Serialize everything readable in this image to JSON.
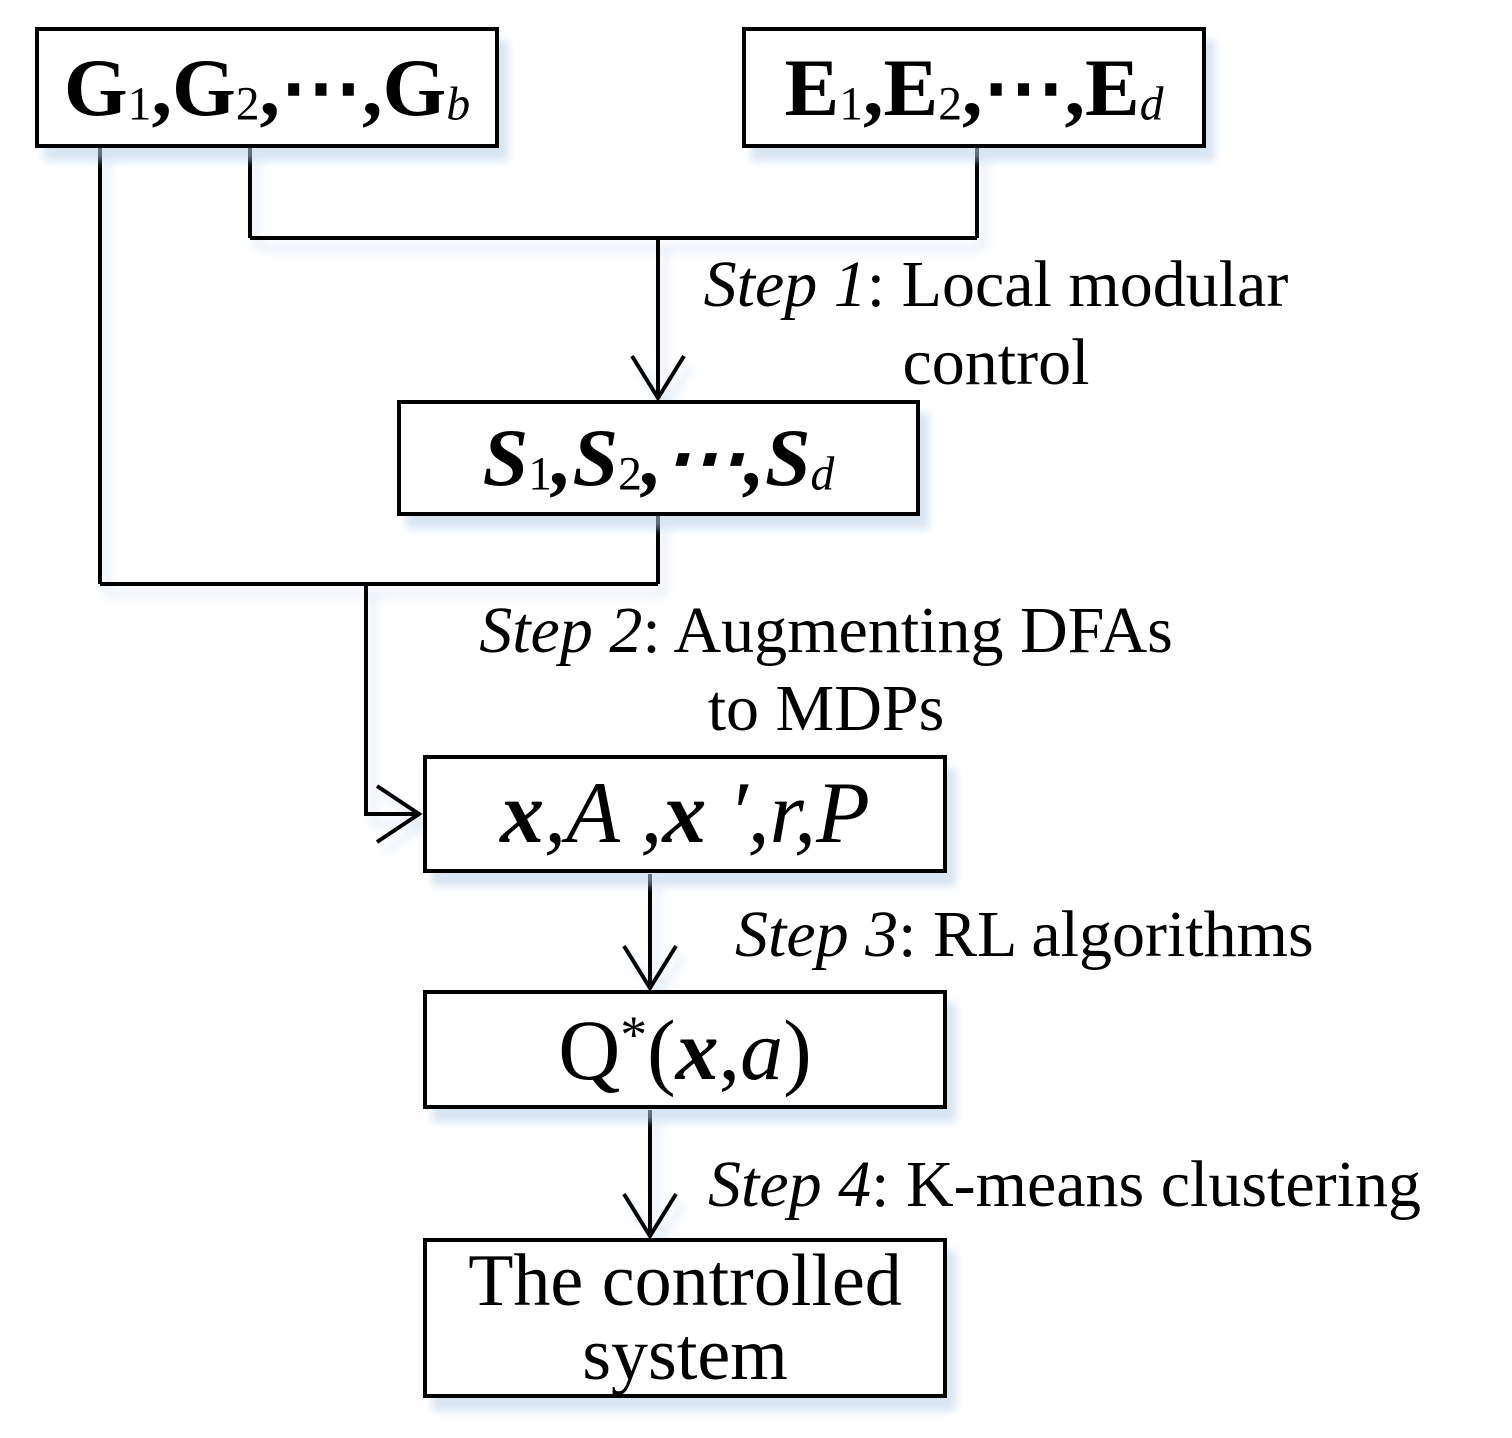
{
  "colors": {
    "line": "#000000",
    "shadow_rgba": "rgba(183,207,235,0.55)",
    "background": "#ffffff"
  },
  "boxes": {
    "g": {
      "meaning": "plant-automata-box",
      "segments": [
        {
          "t": "G",
          "s": "b"
        },
        {
          "t": "1",
          "s": "sub"
        },
        {
          "t": ",",
          "s": "b"
        },
        {
          "t": "G",
          "s": "b"
        },
        {
          "t": "2",
          "s": "sub"
        },
        {
          "t": ",⋯,",
          "s": "b"
        },
        {
          "t": "G",
          "s": "b"
        },
        {
          "t": "b",
          "s": "subit"
        }
      ]
    },
    "e": {
      "meaning": "specification-automata-box",
      "segments": [
        {
          "t": "E",
          "s": "b"
        },
        {
          "t": "1",
          "s": "sub"
        },
        {
          "t": ",",
          "s": "b"
        },
        {
          "t": "E",
          "s": "b"
        },
        {
          "t": "2",
          "s": "sub"
        },
        {
          "t": ",⋯,",
          "s": "b"
        },
        {
          "t": "E",
          "s": "b"
        },
        {
          "t": "d",
          "s": "subit"
        }
      ]
    },
    "s": {
      "meaning": "supervisors-box",
      "segments": [
        {
          "t": "S",
          "s": "bi"
        },
        {
          "t": "1",
          "s": "sub"
        },
        {
          "t": ",",
          "s": "bi"
        },
        {
          "t": "S",
          "s": "bi"
        },
        {
          "t": "2",
          "s": "sub"
        },
        {
          "t": ",⋯,",
          "s": "bi"
        },
        {
          "t": "S",
          "s": "bi"
        },
        {
          "t": "d",
          "s": "subit"
        }
      ]
    },
    "xa": {
      "meaning": "mdp-tuple-box",
      "segments": [
        {
          "t": "x",
          "s": "bi"
        },
        {
          "t": ",",
          "s": "it"
        },
        {
          "t": "A",
          "s": "it"
        },
        {
          "t": " ,",
          "s": "it"
        },
        {
          "t": "x",
          "s": "bi"
        },
        {
          "t": " ′",
          "s": "it"
        },
        {
          "t": ",",
          "s": "it"
        },
        {
          "t": "r",
          "s": "it"
        },
        {
          "t": ",",
          "s": "it"
        },
        {
          "t": "P",
          "s": "it"
        }
      ]
    },
    "q": {
      "meaning": "optimal-q-function-box",
      "segments": [
        {
          "t": "Q",
          "s": "rm"
        },
        {
          "t": "*",
          "s": "sup"
        },
        {
          "t": "(",
          "s": "rm"
        },
        {
          "t": "x",
          "s": "bi"
        },
        {
          "t": ",",
          "s": "rm"
        },
        {
          "t": "a",
          "s": "it"
        },
        {
          "t": ")",
          "s": "rm"
        }
      ]
    },
    "cs": {
      "meaning": "controlled-system-box",
      "line1": "The controlled",
      "line2": "system"
    }
  },
  "steps": {
    "step1": {
      "line1": [
        {
          "t": "Step 1",
          "s": "it"
        },
        {
          "t": ": Local modular",
          "s": "rm"
        }
      ],
      "line2": [
        {
          "t": "control",
          "s": "rm"
        }
      ]
    },
    "step2": {
      "line1": [
        {
          "t": "Step 2",
          "s": "it"
        },
        {
          "t": ": Augmenting DFAs",
          "s": "rm"
        }
      ],
      "line2": [
        {
          "t": "to MDPs",
          "s": "rm"
        }
      ]
    },
    "step3": {
      "line1": [
        {
          "t": "Step 3",
          "s": "it"
        },
        {
          "t": ": RL algorithms",
          "s": "rm"
        }
      ]
    },
    "step4": {
      "line1": [
        {
          "t": "Step 4",
          "s": "it"
        },
        {
          "t": ": K-means clustering",
          "s": "rm"
        }
      ]
    }
  }
}
